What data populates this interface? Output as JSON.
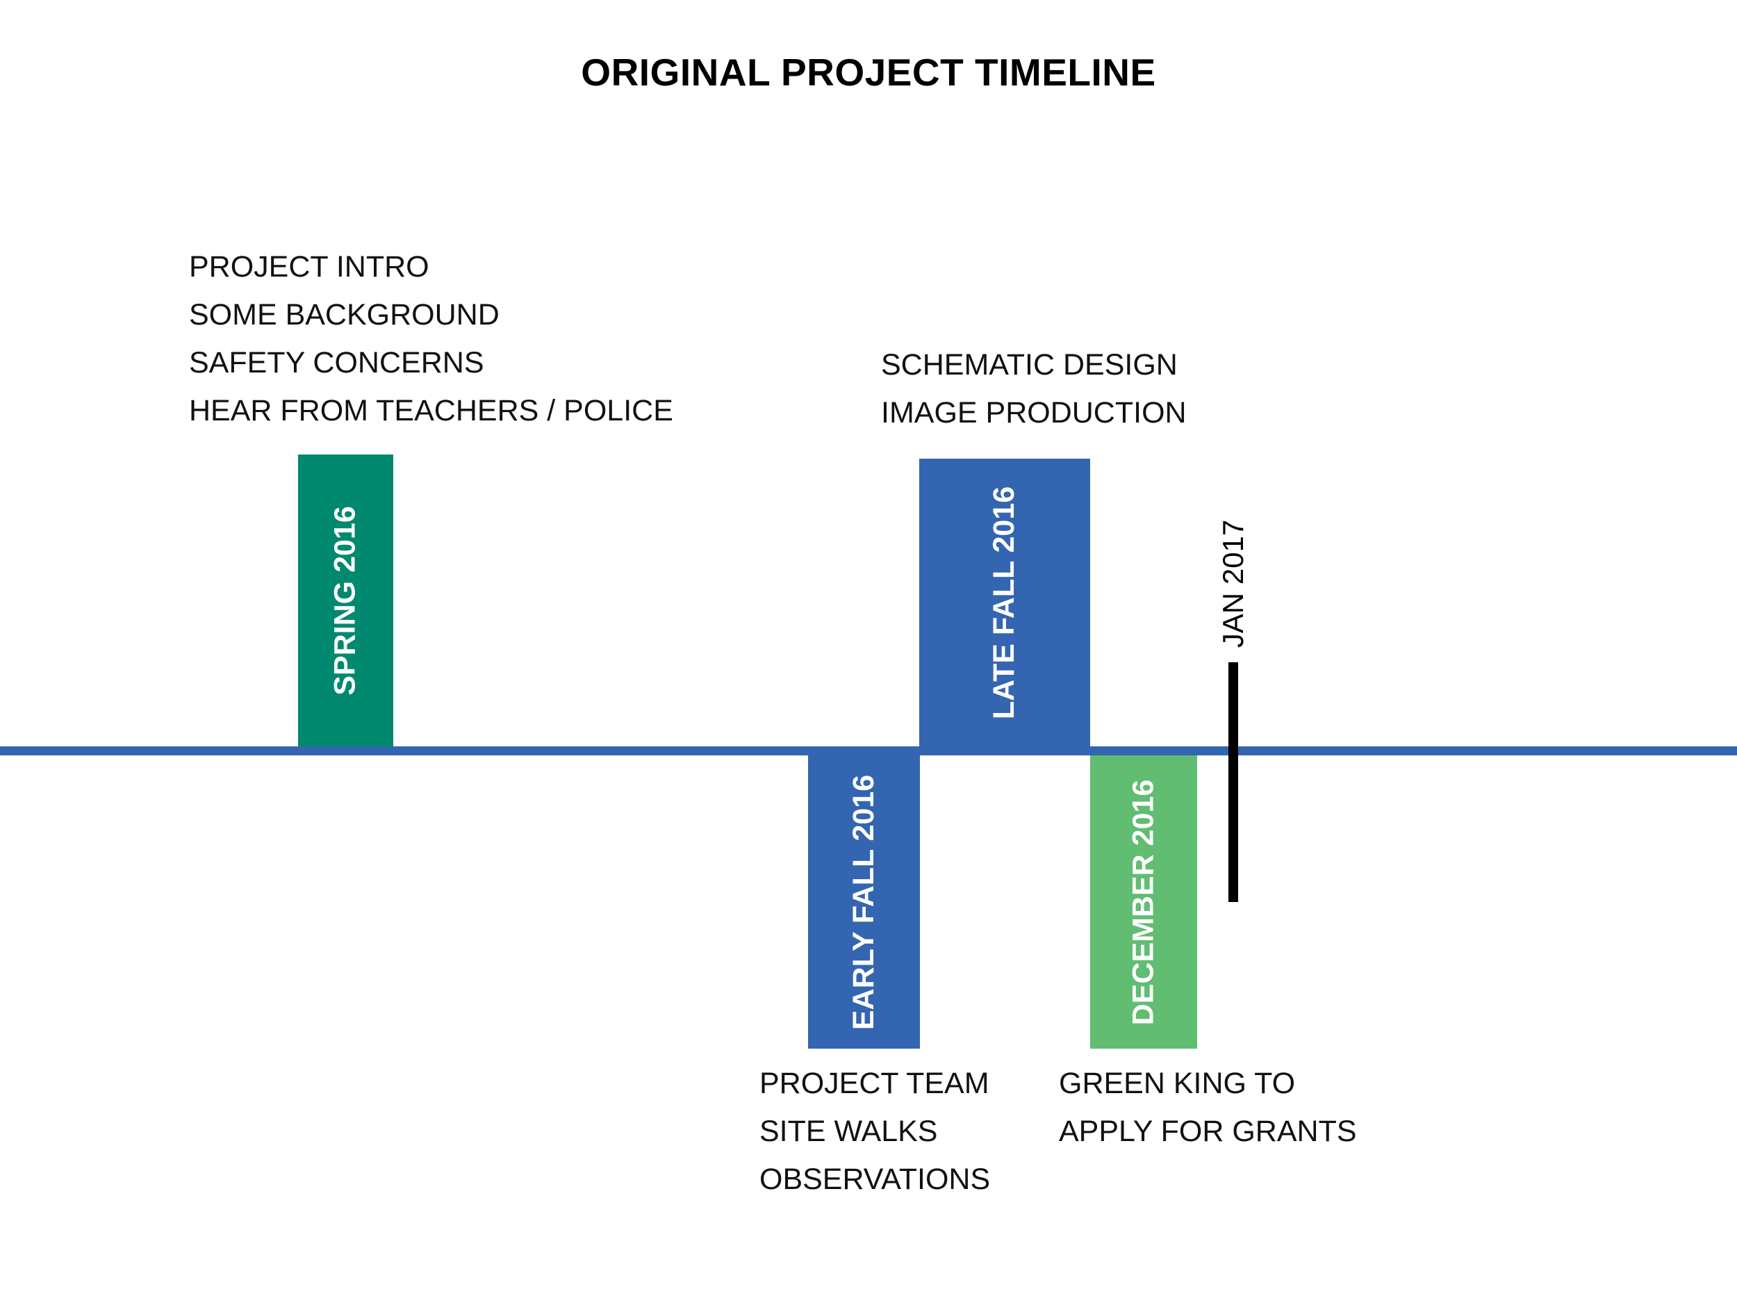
{
  "title": "ORIGINAL PROJECT TIMELINE",
  "colors": {
    "axis": "#3465b0",
    "teal": "#00896f",
    "blue": "#3465b0",
    "green": "#60bd72",
    "marker": "#000000"
  },
  "phases": [
    {
      "label": "SPRING 2016",
      "color": "#00896f",
      "notes": [
        "PROJECT INTRO",
        "SOME BACKGROUND",
        "SAFETY CONCERNS",
        "HEAR FROM TEACHERS / POLICE"
      ]
    },
    {
      "label": "EARLY FALL 2016",
      "color": "#3465b0",
      "notes": [
        "PROJECT TEAM",
        "SITE WALKS",
        "OBSERVATIONS"
      ]
    },
    {
      "label": "LATE FALL 2016",
      "color": "#3465b0",
      "notes": [
        "SCHEMATIC DESIGN",
        "IMAGE PRODUCTION"
      ]
    },
    {
      "label": "DECEMBER 2016",
      "color": "#60bd72",
      "notes": [
        "GREEN KING TO",
        "APPLY FOR GRANTS"
      ]
    }
  ],
  "milestone": {
    "label": "JAN 2017"
  }
}
